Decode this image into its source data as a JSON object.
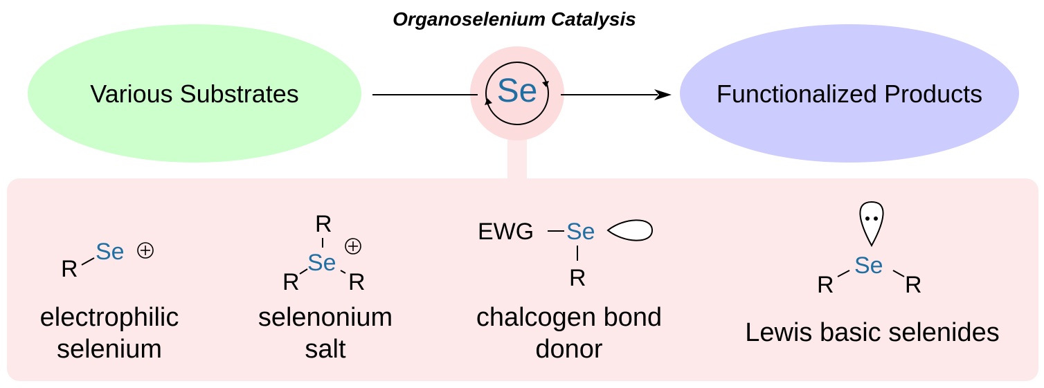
{
  "title": "Organoselenium Catalysis",
  "substrates_label": "Various Substrates",
  "products_label": "Functionalized Products",
  "center_label": "Se",
  "colors": {
    "substrates_fill": "#ccffcc",
    "products_fill": "#ccccff",
    "panel_fill": "#fde9e9",
    "circle_fill": "#fcdcdc",
    "selenium_blue": "#1f6fa3"
  },
  "types": [
    {
      "caption_line1": "electrophilic",
      "caption_line2": "selenium",
      "atoms": {
        "r": "R",
        "se": "Se"
      }
    },
    {
      "caption_line1": "selenonium",
      "caption_line2": "salt",
      "atoms": {
        "r_top": "R",
        "r_left": "R",
        "r_right": "R",
        "se": "Se"
      }
    },
    {
      "caption_line1": "chalcogen bond",
      "caption_line2": "donor",
      "atoms": {
        "ewg": "EWG",
        "se": "Se",
        "r": "R"
      }
    },
    {
      "caption_line1": "Lewis basic selenides",
      "atoms": {
        "r_left": "R",
        "r_right": "R",
        "se": "Se"
      }
    }
  ]
}
